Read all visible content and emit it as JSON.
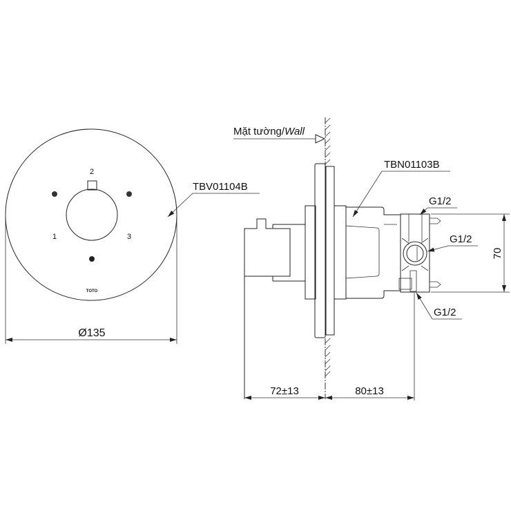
{
  "drawing": {
    "front_view": {
      "positions": [
        "1",
        "2",
        "3"
      ],
      "brand_mark": "TOTO",
      "part_label": "TBV01104B",
      "diameter_label": "Ø135"
    },
    "side_view": {
      "wall_label_vi": "Mặt tường/",
      "wall_label_en": "Wall",
      "body_part_label": "TBN01103B",
      "ports": [
        "G1/2",
        "G1/2",
        "G1/2"
      ],
      "height_dim": "70",
      "front_depth_dim": "72±13",
      "rear_depth_dim": "80±13"
    }
  }
}
